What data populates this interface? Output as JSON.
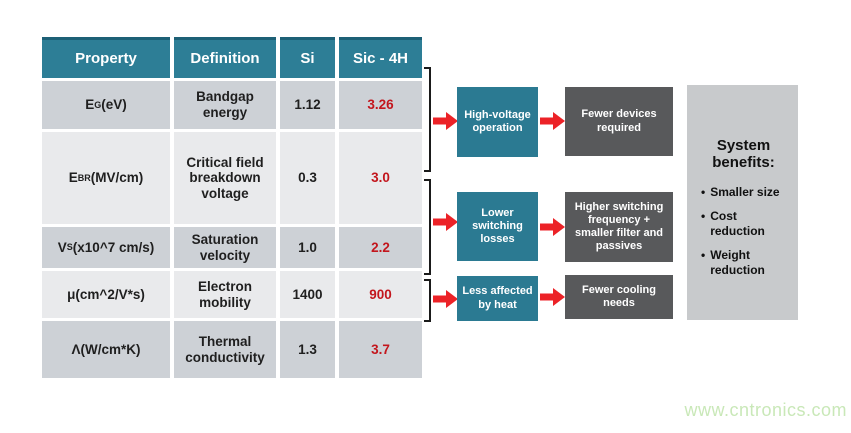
{
  "table": {
    "headers": [
      "Property",
      "Definition",
      "Si",
      "Sic - 4H"
    ],
    "rows": [
      {
        "p_base": "E",
        "p_sub": "G",
        "p_rest": " (eV)",
        "definition": "Bandgap energy",
        "si": "1.12",
        "sic": "3.26"
      },
      {
        "p_base": "E",
        "p_sub": "BR",
        "p_rest": " (MV/cm)",
        "definition": "Critical field breakdown voltage",
        "si": "0.3",
        "sic": "3.0"
      },
      {
        "p_base": "V",
        "p_sub": "S",
        "p_rest": " (x10^7 cm/s)",
        "definition": "Saturation velocity",
        "si": "1.0",
        "sic": "2.2"
      },
      {
        "p_base": "μ",
        "p_sub": "",
        "p_rest": " (cm^2/V*s)",
        "definition": "Electron mobility",
        "si": "1400",
        "sic": "900"
      },
      {
        "p_base": "Λ",
        "p_sub": "",
        "p_rest": " (W/cm*K)",
        "definition": "Thermal conductivity",
        "si": "1.3",
        "sic": "3.7"
      }
    ]
  },
  "flow": {
    "steps": [
      {
        "cause": "High-voltage operation",
        "effect": "Fewer devices required"
      },
      {
        "cause": "Lower switching losses",
        "effect": "Higher switching frequency + smaller filter and passives"
      },
      {
        "cause": "Less affected by heat",
        "effect": "Fewer cooling needs"
      }
    ]
  },
  "benefits": {
    "title": "System benefits:",
    "bullet": "•",
    "items": [
      "Smaller size",
      "Cost reduction",
      "Weight reduction"
    ]
  },
  "watermark": {
    "text": "www.cntronics.com"
  },
  "colors": {
    "header_teal": "#2D7E96",
    "cause_teal": "#2B7A92",
    "effect_gray": "#58595B",
    "row_dark": "#CDD1D6",
    "row_light": "#E9EAEC",
    "benefits_panel": "#C8CACC",
    "value_red": "#C3161D",
    "arrow_red": "#EC2227",
    "watermark_green": "#C9E8B8"
  }
}
